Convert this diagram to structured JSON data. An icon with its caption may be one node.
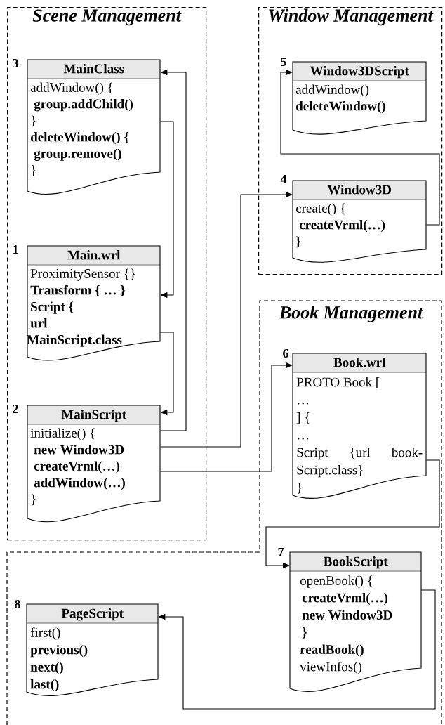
{
  "diagram": {
    "nodes": [
      {
        "text": [
          "Scene Management"
        ]
      },
      {
        "text": [
          "MainClass",
          "addWindow() {",
          "group.addChild()",
          "}",
          "deleteWindow() {",
          "group.remove()",
          "}"
        ],
        "in": 0,
        "beside": [
          "3"
        ]
      },
      {
        "text": [
          "Main.wrl",
          "ProximitySensor {}",
          "Transform { … }",
          "Script {",
          "url",
          "MainScript.class"
        ],
        "in": 0,
        "beside": [
          "1"
        ]
      },
      {
        "text": [
          "MainScript",
          "initialize() {",
          "new Window3D",
          "createVrml(…)",
          "addWindow(…)",
          "}"
        ],
        "beside": [
          "2"
        ]
      },
      {
        "text": [
          "Window Management"
        ]
      },
      {
        "text": [
          "Window3DScript",
          "addWindow()",
          "deleteWindow()"
        ],
        "in": 4,
        "beside": [
          "5"
        ]
      },
      {
        "text": [
          "Window3D",
          "create() {",
          "createVrml(…)",
          "}"
        ],
        "in": 4,
        "beside": [
          "4"
        ]
      },
      {
        "text": [
          "Book Management"
        ]
      },
      {
        "text": [
          "Book.wrl",
          "PROTO Book [",
          "…",
          "] {",
          "…",
          "Script {url book-Script.class}",
          "}"
        ],
        "in": 7,
        "beside": [
          "6"
        ]
      },
      {
        "text": [
          "BookScript",
          "openBook() {",
          "createVrml(…)",
          "new Window3D",
          "}",
          "readBook()",
          "viewInfos()"
        ],
        "in": 7,
        "beside": [
          "7"
        ]
      },
      {
        "text": [
          "PageScript",
          "first()",
          "previous()",
          "next()",
          "last()"
        ],
        "in": 7,
        "beside": [
          "8"
        ]
      }
    ],
    "edges": [
      {
        "from": 3,
        "to": 1,
        "arrow": "to"
      },
      {
        "from": 1,
        "to": 2,
        "arrow": "to"
      },
      {
        "from": 2,
        "to": 3,
        "arrow": "to"
      },
      {
        "from": 3,
        "to": 6,
        "arrow": "to"
      },
      {
        "from": 3,
        "to": 8,
        "arrow": "to"
      },
      {
        "from": 6,
        "to": 5,
        "arrow": "to"
      },
      {
        "from": 8,
        "to": 9,
        "arrow": "to"
      },
      {
        "from": 9,
        "to": 10,
        "arrow": "to"
      }
    ]
  }
}
